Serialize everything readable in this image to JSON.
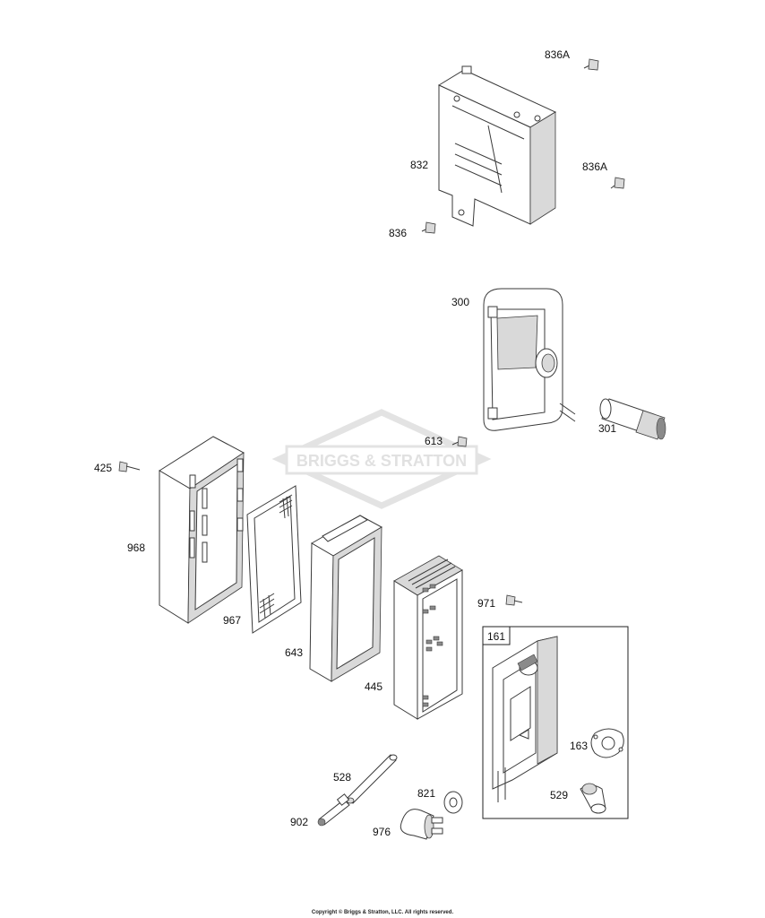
{
  "watermark": {
    "brand": "BRIGGS & STRATTON",
    "color": "#e6e6e6"
  },
  "copyright": "Copyright © Briggs & Stratton, LLC. All rights reserved.",
  "group_box": {
    "label": "161"
  },
  "callouts": {
    "p836A_top": "836A",
    "p832": "832",
    "p836A_mid": "836A",
    "p836": "836",
    "p300": "300",
    "p301": "301",
    "p613": "613",
    "p425": "425",
    "p968": "968",
    "p967": "967",
    "p643": "643",
    "p445": "445",
    "p971": "971",
    "p163": "163",
    "p529": "529",
    "p528": "528",
    "p821": "821",
    "p902": "902",
    "p976": "976"
  }
}
